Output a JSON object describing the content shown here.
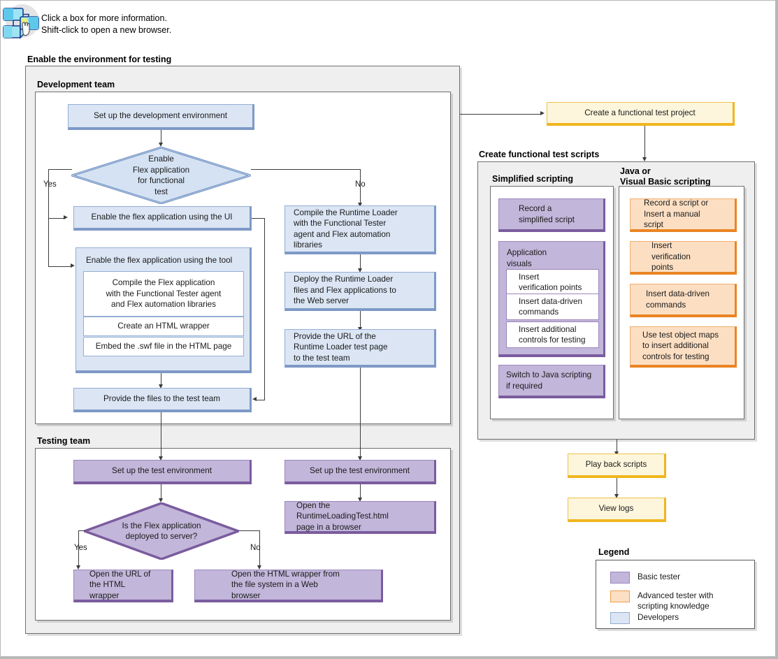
{
  "hint": {
    "icon": "flowchart-cursor-icon",
    "line1": "Click a box for more information.",
    "line2": "Shift-click to open a new browser."
  },
  "groups": {
    "enable_env": "Enable the environment for testing",
    "development_team": "Development team",
    "testing_team": "Testing team",
    "create_scripts": "Create functional test scripts",
    "simplified_scripting": "Simplified scripting",
    "java_vb_scripting": "Java or\nVisual Basic scripting",
    "java_vb_scripting_l1": "Java or",
    "java_vb_scripting_l2": "Visual Basic scripting"
  },
  "nodes": {
    "setup_dev_env": "Set up the development environment",
    "decision_enable_flex": "Enable\nFlex application\nfor functional\ntest",
    "enable_ui": "Enable the flex application using the UI",
    "enable_tool": "Enable the flex application using the tool",
    "compile_flex_app": "Compile the Flex application\nwith the Functional Tester agent\nand Flex automation libraries",
    "create_html_wrapper": "Create an HTML wrapper",
    "embed_swf": "Embed the .swf file in the HTML page",
    "provide_files": "Provide the files to the test team",
    "compile_runtime_loader": "Compile the Runtime Loader\nwith the Functional Tester\nagent and Flex automation\nlibraries",
    "deploy_runtime_loader": "Deploy the Runtime Loader\nfiles and Flex applications to\nthe Web server",
    "provide_url": "Provide the URL of the\nRuntime Loader test page\nto the test team",
    "setup_test_env_left": "Set up the test environment",
    "setup_test_env_right": "Set up the test environment",
    "decision_deployed": "Is the Flex application\ndeployed to server?",
    "open_url_wrapper": "Open the URL of\nthe HTML wrapper",
    "open_wrapper_fs": "Open the HTML wrapper from\nthe file system in a Web browser",
    "open_runtimeloadingtest": "Open the RuntimeLoadingTest.html\npage in a browser",
    "create_ft_project": "Create a functional test project",
    "record_simplified": "Record a\nsimplified script",
    "application_visuals": "Application\nvisuals",
    "insert_vp_simplified": "Insert\nverification points",
    "insert_ddc_simplified": "Insert data-driven\ncommands",
    "insert_addl_controls": "Insert additional\ncontrols for testing",
    "switch_java": "Switch to Java scripting\nif required",
    "record_or_manual": "Record a script or\nInsert a manual script",
    "insert_vp_java": "Insert\nverification points",
    "insert_ddc_java": "Insert data-driven\ncommands",
    "test_object_maps": "Use test object maps\nto insert additional\ncontrols for testing",
    "play_back_scripts": "Play back scripts",
    "view_logs": "View logs"
  },
  "edge_labels": {
    "yes_top": "Yes",
    "no_top": "No",
    "yes_bottom": "Yes",
    "no_bottom": "No"
  },
  "legend": {
    "title": "Legend",
    "items": [
      {
        "swatch": "purple",
        "label": "Basic tester"
      },
      {
        "swatch": "orange",
        "label": "Advanced tester with\nscripting knowledge"
      },
      {
        "swatch": "blue",
        "label": "Developers"
      }
    ],
    "item0_label": "Basic tester",
    "item1_label_l1": "Advanced tester with",
    "item1_label_l2": "scripting knowledge",
    "item2_label": "Developers"
  },
  "colors": {
    "developer_fill": "#dbe5f4",
    "developer_border": "#7d99c6",
    "basic_tester_fill": "#c2b6da",
    "basic_tester_border": "#7a5c9e",
    "advanced_tester_fill": "#fcdfc3",
    "advanced_tester_border": "#ea8423",
    "generic_fill": "#fdf6dc",
    "generic_border": "#f0b51f",
    "group_fill": "#efefef",
    "connector": "#3c3c3c"
  }
}
